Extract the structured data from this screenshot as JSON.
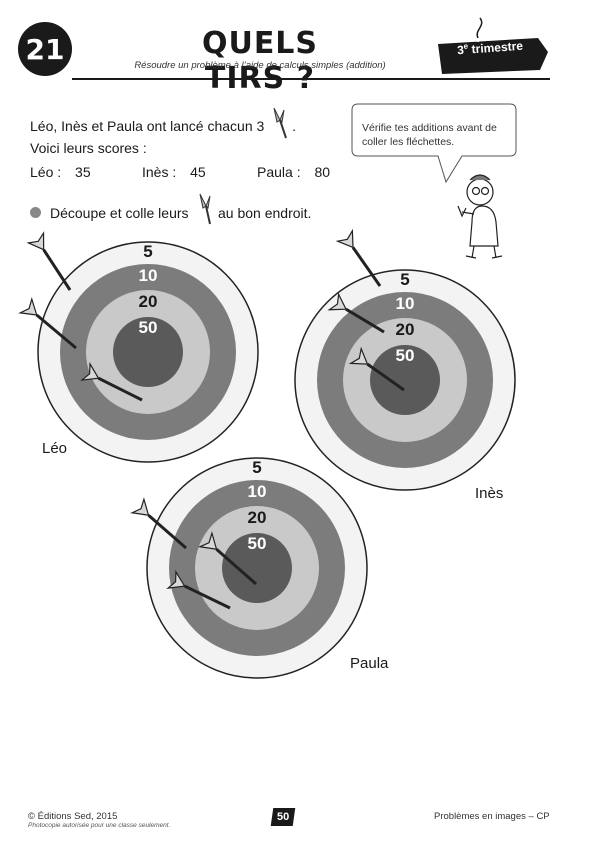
{
  "header": {
    "number": "21",
    "title": "QUELS TIRS ?",
    "subtitle": "Résoudre un problème à l’aide de calculs simples (addition)",
    "trimester_num": "3",
    "trimester_sup": "e",
    "trimester_word": "trimestre"
  },
  "intro": {
    "line1_before": "Léo, Inès et Paula ont lancé chacun 3",
    "line1_after": ".",
    "line2": "Voici leurs scores :"
  },
  "scores": [
    {
      "name": "Léo :",
      "value": "35"
    },
    {
      "name": "Inès :",
      "value": "45"
    },
    {
      "name": "Paula :",
      "value": "80"
    }
  ],
  "instruction": {
    "before": "Découpe et colle leurs",
    "after": "au bon endroit."
  },
  "bubble": "Vérifie tes additions avant de coller les fléchettes.",
  "ring_values": [
    "5",
    "10",
    "20",
    "50"
  ],
  "targets": [
    {
      "name": "Léo"
    },
    {
      "name": "Inès"
    },
    {
      "name": "Paula"
    }
  ],
  "colors": {
    "outer": "#f3f3f3",
    "ring10": "#7c7c7c",
    "ring20": "#c9c9c9",
    "center": "#5a5a5a"
  },
  "footer": {
    "left": "© Éditions Sed, 2015",
    "left_small": "Photocopie autorisée pour une classe seulement.",
    "page": "50",
    "right": "Problèmes en images – CP"
  }
}
